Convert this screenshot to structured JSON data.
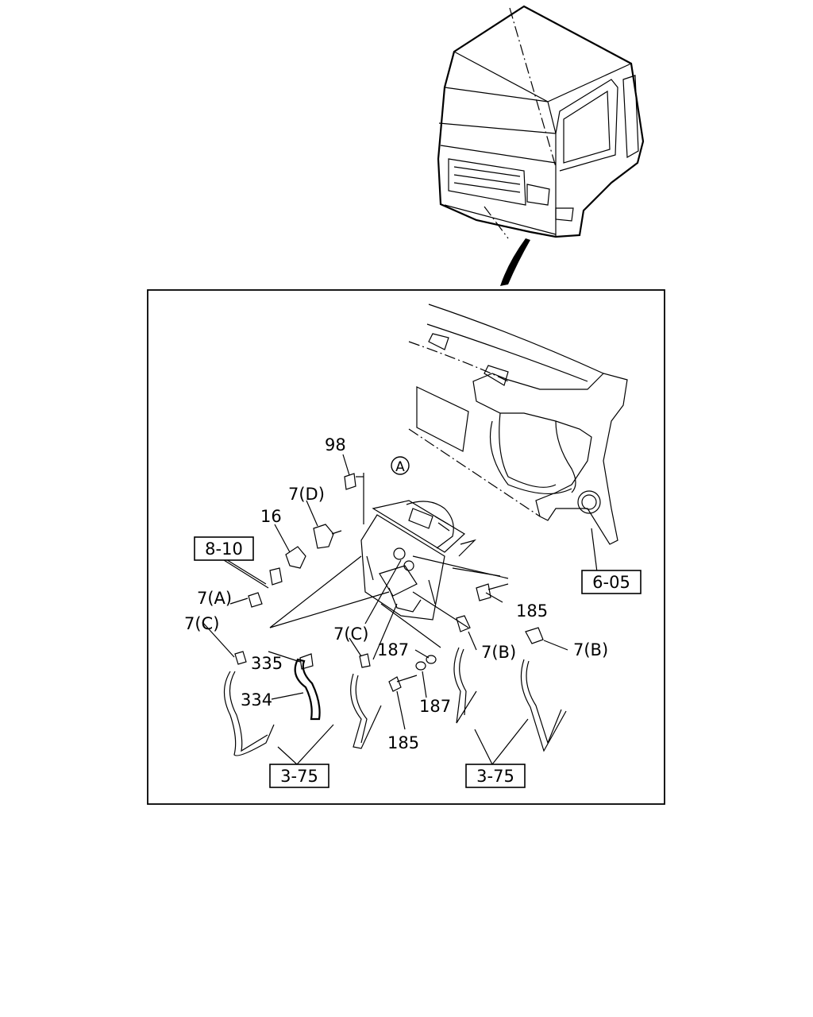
{
  "labels": {
    "ref_a": "A",
    "p98": "98",
    "p7d": "7(D)",
    "p16": "16",
    "p7a": "7(A)",
    "p7c_left": "7(C)",
    "p335": "335",
    "p334": "334",
    "p7c_mid": "7(C)",
    "p187_top": "187",
    "p187_bottom": "187",
    "p185_right": "185",
    "p185_bottom": "185",
    "p7b_left": "7(B)",
    "p7b_right": "7(B)"
  },
  "refs": {
    "r8_10": "8-10",
    "r6_05": "6-05",
    "r3_75_left": "3-75",
    "r3_75_right": "3-75"
  }
}
